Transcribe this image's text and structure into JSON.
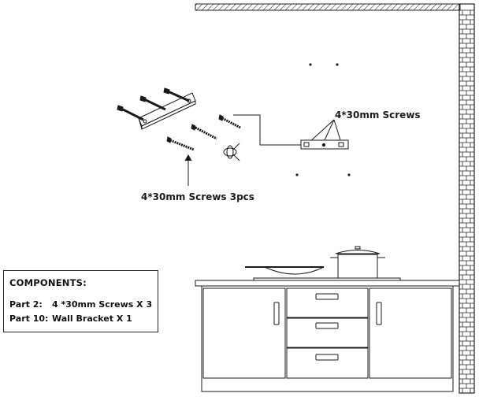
{
  "labels": {
    "bracket_screws": "4*30mm Screws",
    "loose_screws": "4*30mm Screws 3pcs"
  },
  "components": {
    "title": "COMPONENTS:",
    "items": [
      {
        "part": "Part 2:",
        "desc": "4 *30mm Screws X 3"
      },
      {
        "part": "Part 10:",
        "desc": "Wall Bracket X 1"
      }
    ]
  },
  "colors": {
    "line": "#1a1a1a",
    "wall_hatch": "#333333",
    "background": "#ffffff"
  }
}
